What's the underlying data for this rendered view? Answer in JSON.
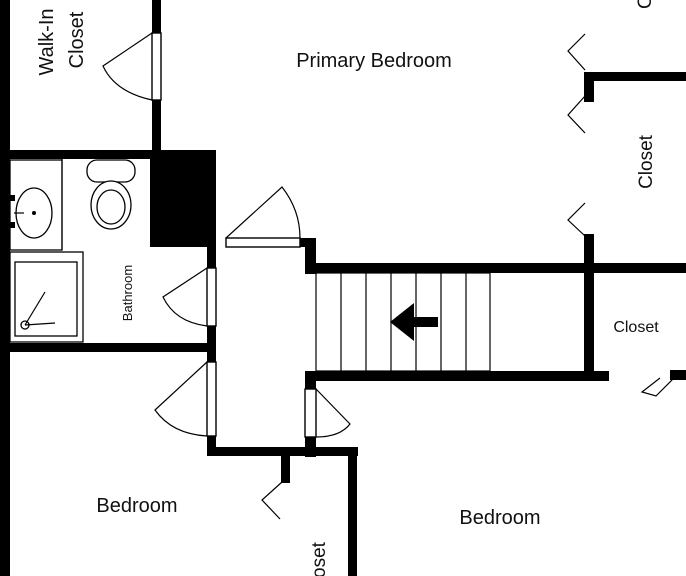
{
  "floorplan": {
    "rooms": {
      "primary_bedroom": "Primary Bedroom",
      "walk_in_closet_line1": "Walk-In",
      "walk_in_closet_line2": "Closet",
      "closet_right": "Closet",
      "closet_mid_right": "Closet",
      "bathroom": "Bathroom",
      "bedroom_left": "Bedroom",
      "bedroom_right": "Bedroom",
      "closet_bottom_partial": "oset",
      "top_right_partial": "C"
    },
    "colors": {
      "wall": "#000000",
      "background": "#ffffff"
    },
    "icons": [
      "toilet-icon",
      "sink-icon",
      "shower-icon",
      "stair-direction-arrow-icon"
    ]
  }
}
